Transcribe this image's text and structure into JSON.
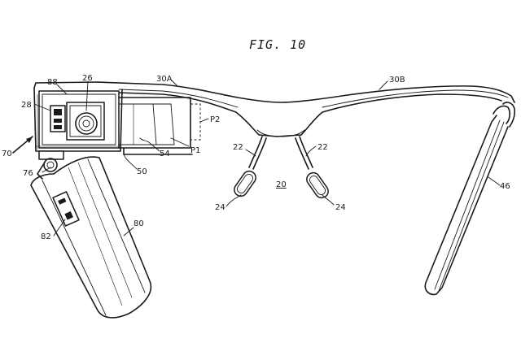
{
  "figure": {
    "title": "FIG. 10"
  },
  "labels": {
    "l88": "88",
    "l26": "26",
    "l30a": "30A",
    "l30b": "30B",
    "l28": "28",
    "l70": "70",
    "l76": "76",
    "lp2": "P2",
    "lp1": "P1",
    "l54": "54",
    "l50": "50",
    "l22a": "22",
    "l22b": "22",
    "l20": "20",
    "l24a": "24",
    "l24b": "24",
    "l46": "46",
    "l80": "80",
    "l82": "82"
  },
  "colors": {
    "line": "#1a1a1a",
    "background": "#ffffff"
  }
}
